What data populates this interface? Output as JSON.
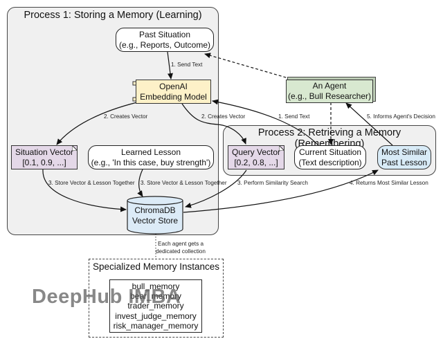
{
  "process1": {
    "title": "Process 1: Storing a Memory (Learning)"
  },
  "process2": {
    "title": "Process 2: Retrieving a Memory (Remembering)"
  },
  "nodes": {
    "past_situation": {
      "line1": "Past Situation",
      "line2": "(e.g., Reports, Outcome)"
    },
    "embedding_model": {
      "line1": "OpenAI",
      "line2": "Embedding Model"
    },
    "situation_vector": {
      "line1": "Situation Vector",
      "line2": "[0.1, 0.9, ...]"
    },
    "learned_lesson": {
      "line1": "Learned Lesson",
      "line2": "(e.g., 'In this case, buy strength')"
    },
    "chromadb": {
      "line1": "ChromaDB",
      "line2": "Vector Store"
    },
    "agent": {
      "line1": "An Agent",
      "line2": "(e.g., Bull Researcher)"
    },
    "query_vector": {
      "line1": "Query Vector",
      "line2": "[0.2, 0.8, ...]"
    },
    "current_situation": {
      "line1": "Current Situation",
      "line2": "(Text description)"
    },
    "most_similar": {
      "line1": "Most Similar",
      "line2": "Past Lesson"
    }
  },
  "edge_labels": {
    "send_text_1": "1. Send Text",
    "creates_vector_1": "2. Creates Vector",
    "creates_vector_2": "2. Creates Vector",
    "send_text_2": "1. Send Text",
    "informs": "5. Informs Agent's Decision",
    "store_1": "3. Store Vector & Lesson Together",
    "store_2": "3. Store Vector & Lesson Together",
    "similarity": "3. Perform Similarity Search",
    "returns": "4. Returns Most Similar Lesson",
    "dedicated_1": "Each agent gets a",
    "dedicated_2": "dedicated collection"
  },
  "memory_instances": {
    "title": "Specialized Memory Instances",
    "items": [
      "bull_memory",
      "bear_memory",
      "trader_memory",
      "invest_judge_memory",
      "risk_manager_memory"
    ]
  },
  "watermark": "DeepHub IMBA",
  "colors": {
    "component": "#fdf1c8",
    "note": "#e4d8e8",
    "lesson": "#d8ebf7",
    "agent": "#d8e8d0",
    "cluster": "#f0f0f0"
  }
}
